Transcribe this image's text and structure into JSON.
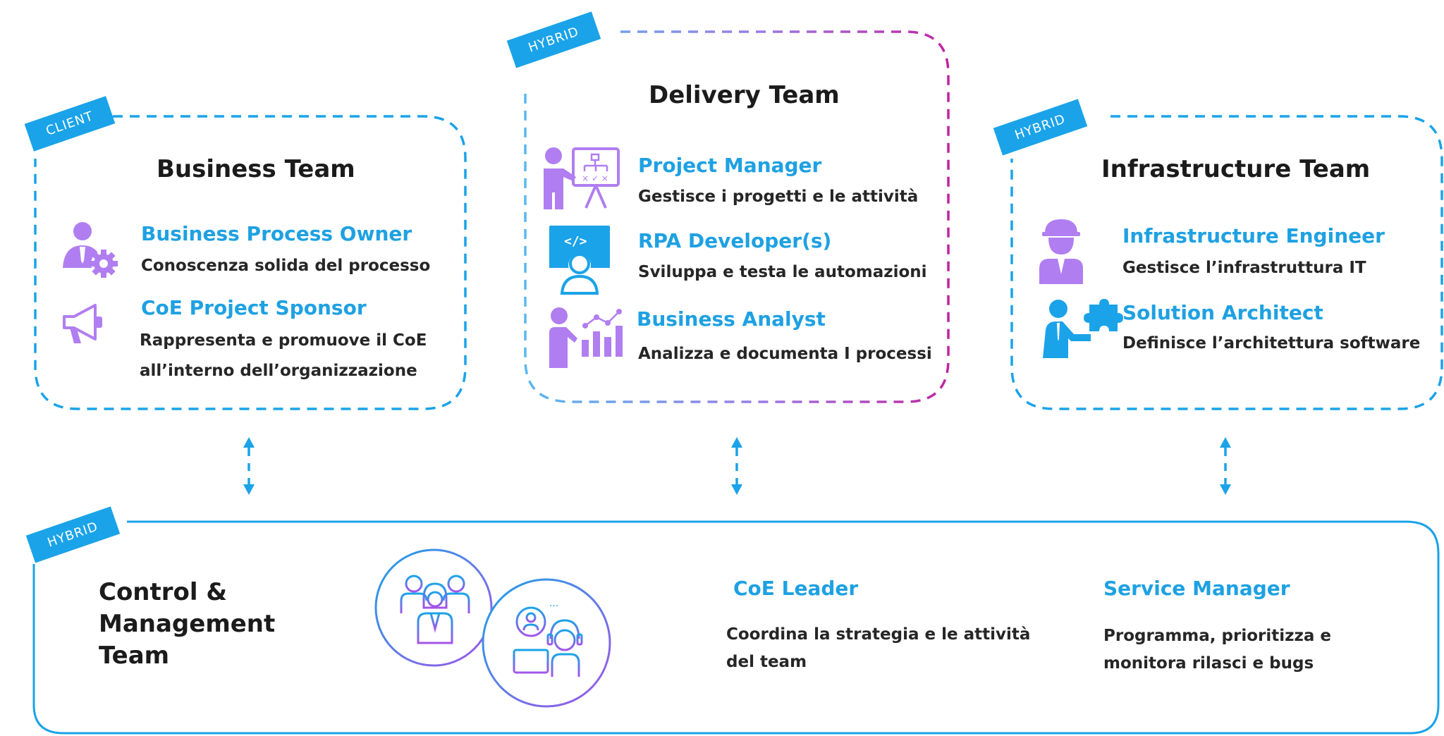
{
  "business": {
    "tag": "CLIENT",
    "title": "Business Team",
    "roles": [
      {
        "name": "Business Process Owner",
        "desc": "Conoscenza solida del processo",
        "icon": "process-owner-icon"
      },
      {
        "name": "CoE Project Sponsor",
        "desc1": "Rappresenta e promuove il CoE",
        "desc2": "all’interno dell’organizzazione",
        "icon": "megaphone-icon"
      }
    ]
  },
  "delivery": {
    "tag": "HYBRID",
    "title": "Delivery Team",
    "roles": [
      {
        "name": "Project Manager",
        "desc": "Gestisce i progetti e le attività",
        "icon": "presentation-board-icon"
      },
      {
        "name": "RPA Developer(s)",
        "desc": "Sviluppa e testa le automazioni",
        "icon": "developer-monitor-icon",
        "code_glyph": "</>"
      },
      {
        "name": "Business Analyst",
        "desc": "Analizza e documenta I processi",
        "icon": "analytics-chart-icon"
      }
    ]
  },
  "infrastructure": {
    "tag": "HYBRID",
    "title": "Infrastructure Team",
    "roles": [
      {
        "name": "Infrastructure Engineer",
        "desc": "Gestisce l’infrastruttura IT",
        "icon": "hardhat-engineer-icon"
      },
      {
        "name": "Solution Architect",
        "desc": "Definisce l’architettura software",
        "icon": "puzzle-architect-icon"
      }
    ]
  },
  "control": {
    "tag": "HYBRID",
    "title_lines": [
      "Control &",
      "Management",
      "Team"
    ],
    "roles": [
      {
        "name": "CoE Leader",
        "desc1": "Coordina la strategia e le attività",
        "desc2": "del team"
      },
      {
        "name": "Service Manager",
        "desc1": "Programma, prioritizza e",
        "desc2": "monitora rilasci e bugs"
      }
    ],
    "icons": [
      "team-group-icon",
      "support-agent-icon"
    ]
  },
  "colors": {
    "blue": "#1aa3e8",
    "purple": "#b23ad6",
    "icon_purple": "#b07ef0",
    "icon_blue": "#1aa3e8",
    "text": "#262626"
  }
}
